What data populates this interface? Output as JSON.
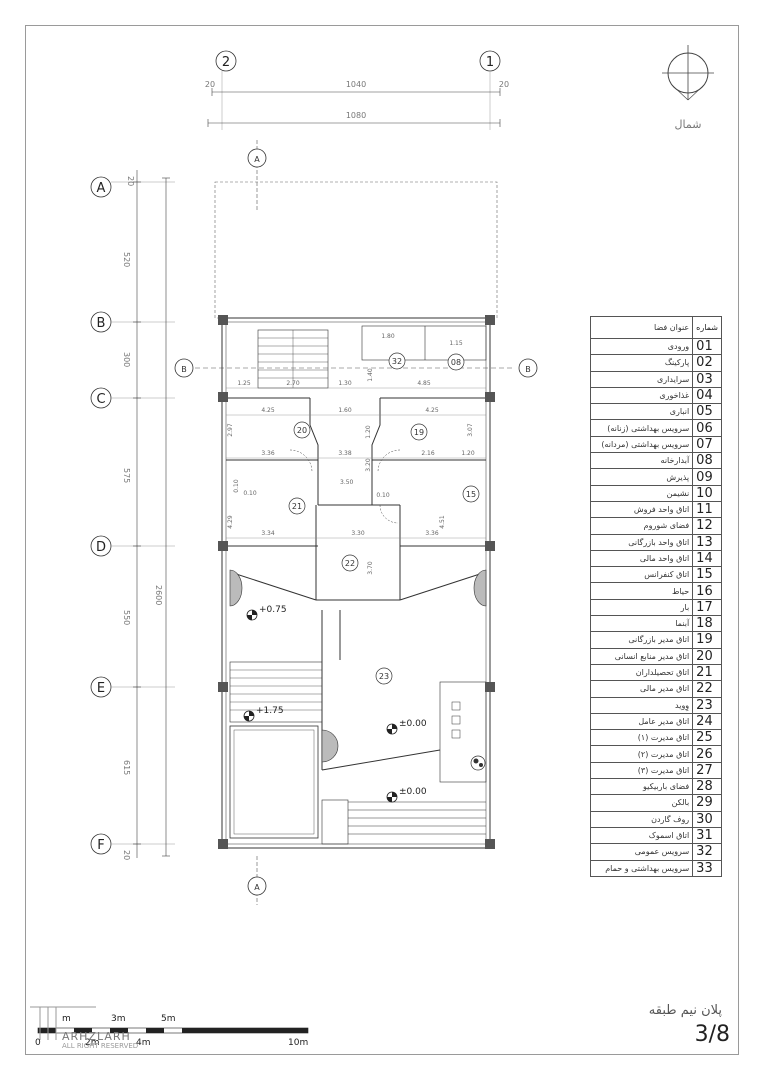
{
  "grid_x": [
    {
      "label": "2"
    },
    {
      "label": "1"
    }
  ],
  "grid_y": [
    {
      "label": "A"
    },
    {
      "label": "B"
    },
    {
      "label": "C"
    },
    {
      "label": "D"
    },
    {
      "label": "E"
    },
    {
      "label": "F"
    }
  ],
  "section_marks": {
    "a": "A",
    "b": "B"
  },
  "dims": {
    "top_edge_left": "20",
    "top_edge_right": "20",
    "top_inner": "1040",
    "top_total": "1080",
    "left_total": "2600",
    "left_segments": [
      "20",
      "520",
      "300",
      "575",
      "550",
      "615",
      "20"
    ],
    "row_b": [
      "1.25",
      "2.70",
      "1.30",
      "1.40",
      "4.85"
    ],
    "row_c": [
      "4.25",
      "1.60",
      "4.25"
    ],
    "row_mid": [
      "3.36",
      "3.38",
      "2.16",
      "1.20"
    ],
    "row_lower": [
      "3.34",
      "3.30",
      "3.36"
    ],
    "vertical": [
      "2.97",
      "1.20",
      "3.07",
      "3.20",
      "0.10",
      "4.29",
      "4.51",
      "3.70",
      "0.10",
      "0.10"
    ],
    "bath": [
      "1.80",
      "1.15"
    ],
    "level_small": "3.50"
  },
  "rooms": [
    "20",
    "19",
    "21",
    "15",
    "22",
    "23",
    "32",
    "08"
  ],
  "levels": [
    "+0.75",
    "+1.75",
    "±0.00",
    "±0.00"
  ],
  "north_label": "شمال",
  "legend": {
    "header_num": "شماره",
    "header_name": "عنوان فضا",
    "rows": [
      {
        "num": "01",
        "name": "ورودی"
      },
      {
        "num": "02",
        "name": "پارکینگ"
      },
      {
        "num": "03",
        "name": "سرایداری"
      },
      {
        "num": "04",
        "name": "غذاخوری"
      },
      {
        "num": "05",
        "name": "انباری"
      },
      {
        "num": "06",
        "name": "سرویس بهداشتی (زنانه)"
      },
      {
        "num": "07",
        "name": "سرویس بهداشتی (مردانه)"
      },
      {
        "num": "08",
        "name": "آبدارخانه"
      },
      {
        "num": "09",
        "name": "پذیرش"
      },
      {
        "num": "10",
        "name": "نشیمن"
      },
      {
        "num": "11",
        "name": "اتاق واحد فروش"
      },
      {
        "num": "12",
        "name": "فضای شوروم"
      },
      {
        "num": "13",
        "name": "اتاق واحد بازرگانی"
      },
      {
        "num": "14",
        "name": "اتاق واحد مالی"
      },
      {
        "num": "15",
        "name": "اتاق کنفرانس"
      },
      {
        "num": "16",
        "name": "حیاط"
      },
      {
        "num": "17",
        "name": "بار"
      },
      {
        "num": "18",
        "name": "آبنما"
      },
      {
        "num": "19",
        "name": "اتاق مدیر بازرگانی"
      },
      {
        "num": "20",
        "name": "اتاق مدیر منابع انسانی"
      },
      {
        "num": "21",
        "name": "اتاق تحصیلداران"
      },
      {
        "num": "22",
        "name": "اتاق مدیر مالی"
      },
      {
        "num": "23",
        "name": "وِوید"
      },
      {
        "num": "24",
        "name": "اتاق مدیر عامل"
      },
      {
        "num": "25",
        "name": "اتاق مدیرت (۱)"
      },
      {
        "num": "26",
        "name": "اتاق مدیرت (۲)"
      },
      {
        "num": "27",
        "name": "اتاق مدیرت (۳)"
      },
      {
        "num": "28",
        "name": "فضای باربیکیو"
      },
      {
        "num": "29",
        "name": "بالکن"
      },
      {
        "num": "30",
        "name": "روف گاردن"
      },
      {
        "num": "31",
        "name": "اتاق اسموک"
      },
      {
        "num": "32",
        "name": "سرویس عمومی"
      },
      {
        "num": "33",
        "name": "سرویس بهداشتی و حمام"
      }
    ]
  },
  "title": "پلان نیم طبقه",
  "sheet": "3/8",
  "logo": {
    "brand": "ARHZLARH",
    "rights": "ALL RIGHT RESERVED"
  },
  "scale": {
    "top": [
      "m",
      "3m",
      "5m"
    ],
    "bottom": [
      "0",
      "2m",
      "4m",
      "10m"
    ]
  },
  "colors": {
    "line": "#333333",
    "column": "#555555",
    "dim": "#777777"
  }
}
